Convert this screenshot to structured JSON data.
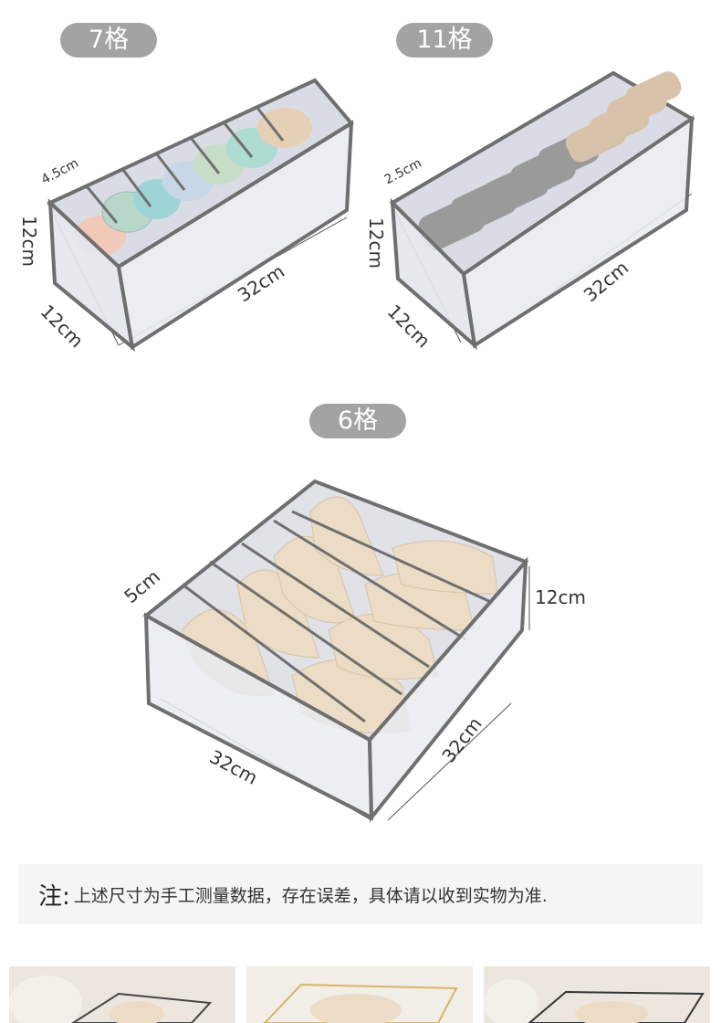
{
  "variants": [
    {
      "label": "7格"
    },
    {
      "label": "11格"
    },
    {
      "label": "6格"
    }
  ],
  "dims_7": {
    "depth": "4.5cm",
    "height": "12cm",
    "width": "12cm",
    "length": "32cm"
  },
  "dims_11": {
    "depth": "2.5cm",
    "height": "12cm",
    "width": "12cm",
    "length": "32cm"
  },
  "dims_6": {
    "depth": "5cm",
    "height": "12cm",
    "length_a": "32cm",
    "length_b": "32cm"
  },
  "note": {
    "label": "注:",
    "text": "上述尺寸为手工测量数据，存在误差，具体请以收到实物为准."
  },
  "colors": {
    "pill": "#a3a3a3",
    "frame": "#6f6f6f",
    "mesh": "#e6e8ee",
    "beige": "#ecdcc6"
  }
}
